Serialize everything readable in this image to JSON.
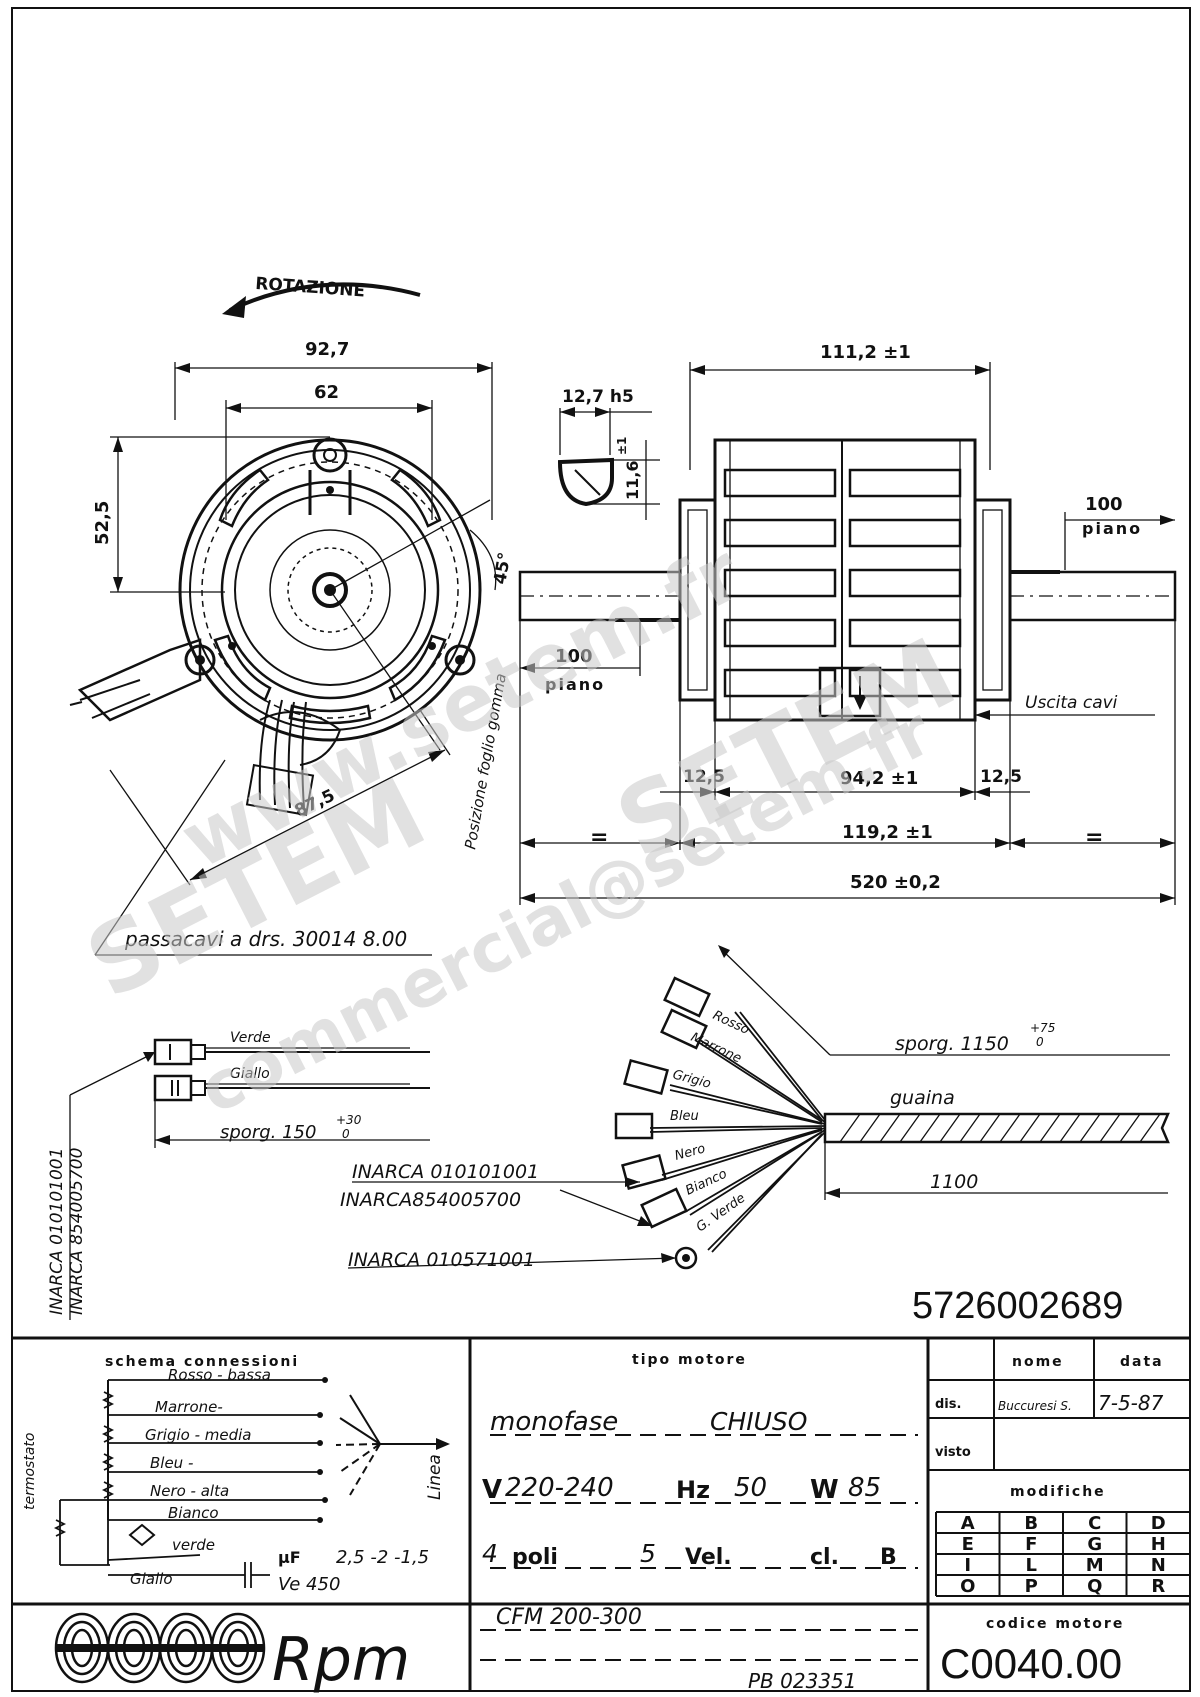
{
  "drawing": {
    "rotation_label": "ROTAZIONE",
    "dims_front": {
      "d_92_7": "92,7",
      "d_62": "62",
      "d_52_5": "52,5",
      "d_45": "45°",
      "d_87_5": "87,5",
      "fan_position": "Posizione foglio gomma"
    },
    "shaft": {
      "key_width": "12,7 h5",
      "key_flat": "11,6",
      "key_flat_tol": "±1"
    },
    "dims_side": {
      "d_111_2": "111,2 ±1",
      "d_100_right": "100",
      "d_piano_right": "piano",
      "d_100_left": "100",
      "d_piano_left": "piano",
      "d_12_5_left": "12,5",
      "d_94_2": "94,2 ±1",
      "d_12_5_right": "12,5",
      "d_119_2": "119,2 ±1",
      "d_520": "520 ±0,2",
      "equals_left": "=",
      "equals_right": "=",
      "cable_exit": "Uscita cavi"
    },
    "passacavi": "passacavi a drs. 30014 8.00"
  },
  "wires": {
    "left_group": {
      "verde": "Verde",
      "giallo": "Giallo",
      "sporg": "sporg. 150",
      "sporg_tol_up": "+30",
      "sporg_tol_down": "0",
      "vertical_inarca_1": "INARCA 010101001",
      "vertical_inarca_2": "INARCA 854005700"
    },
    "right_group": {
      "rosso": "Rosso",
      "marrone": "Marrone",
      "grigio": "Grigio",
      "bleu": "Bleu",
      "nero": "Nero",
      "bianco": "Bianco",
      "g_verde": "G. Verde",
      "sporg": "sporg. 1150",
      "sporg_tol_up": "+75",
      "sporg_tol_down": "0",
      "guaina": "guaina",
      "len_1100": "1100",
      "inarca_1": "INARCA 010101001",
      "inarca_2": "INARCA854005700",
      "inarca_3": "INARCA 010571001"
    },
    "part_number": "5726002689"
  },
  "watermark": {
    "line1": "www.setem.fr",
    "line2": "SETEM",
    "line3": "SETEM",
    "line4": "commercial@setem.fr"
  },
  "title_block": {
    "schema": {
      "title": "schema connessioni",
      "rosso": "Rosso - bassa",
      "marrone": "Marrone-",
      "grigio": "Grigio - media",
      "bleu": "Bleu -",
      "nero": "Nero - alta",
      "bianco": "Bianco",
      "verde": "verde",
      "giallo": "Giallo",
      "termostato": "termostato",
      "linea": "Linea",
      "capacitance_unit": "µF",
      "capacitance": "2,5 -2 -1,5",
      "voltage": "Ve 450"
    },
    "motor": {
      "header": "tipo motore",
      "type": "monofase",
      "enclosure": "CHIUSO",
      "v_label": "V",
      "v_value": "220-240",
      "hz_label": "Hz",
      "hz_value": "50",
      "w_label": "W",
      "w_value": "85",
      "poles_value": "4",
      "poles_label": "poli",
      "speeds_value": "5",
      "speeds_label": "Vel.",
      "class_label": "cl.",
      "class_value": "B",
      "cfm": "CFM 200-300",
      "pb": "PB 023351"
    },
    "signoff": {
      "nome_header": "nome",
      "data_header": "data",
      "dis_label": "dis.",
      "dis_name": "Buccuresi S.",
      "dis_date": "7-5-87",
      "visto_label": "visto",
      "modifiche_header": "modifiche",
      "letters": [
        "A",
        "B",
        "C",
        "D",
        "E",
        "F",
        "G",
        "H",
        "I",
        "L",
        "M",
        "N",
        "O",
        "P",
        "Q",
        "R"
      ],
      "code_header": "codice motore",
      "code": "C0040.00"
    },
    "logo_text": "Rpm"
  }
}
